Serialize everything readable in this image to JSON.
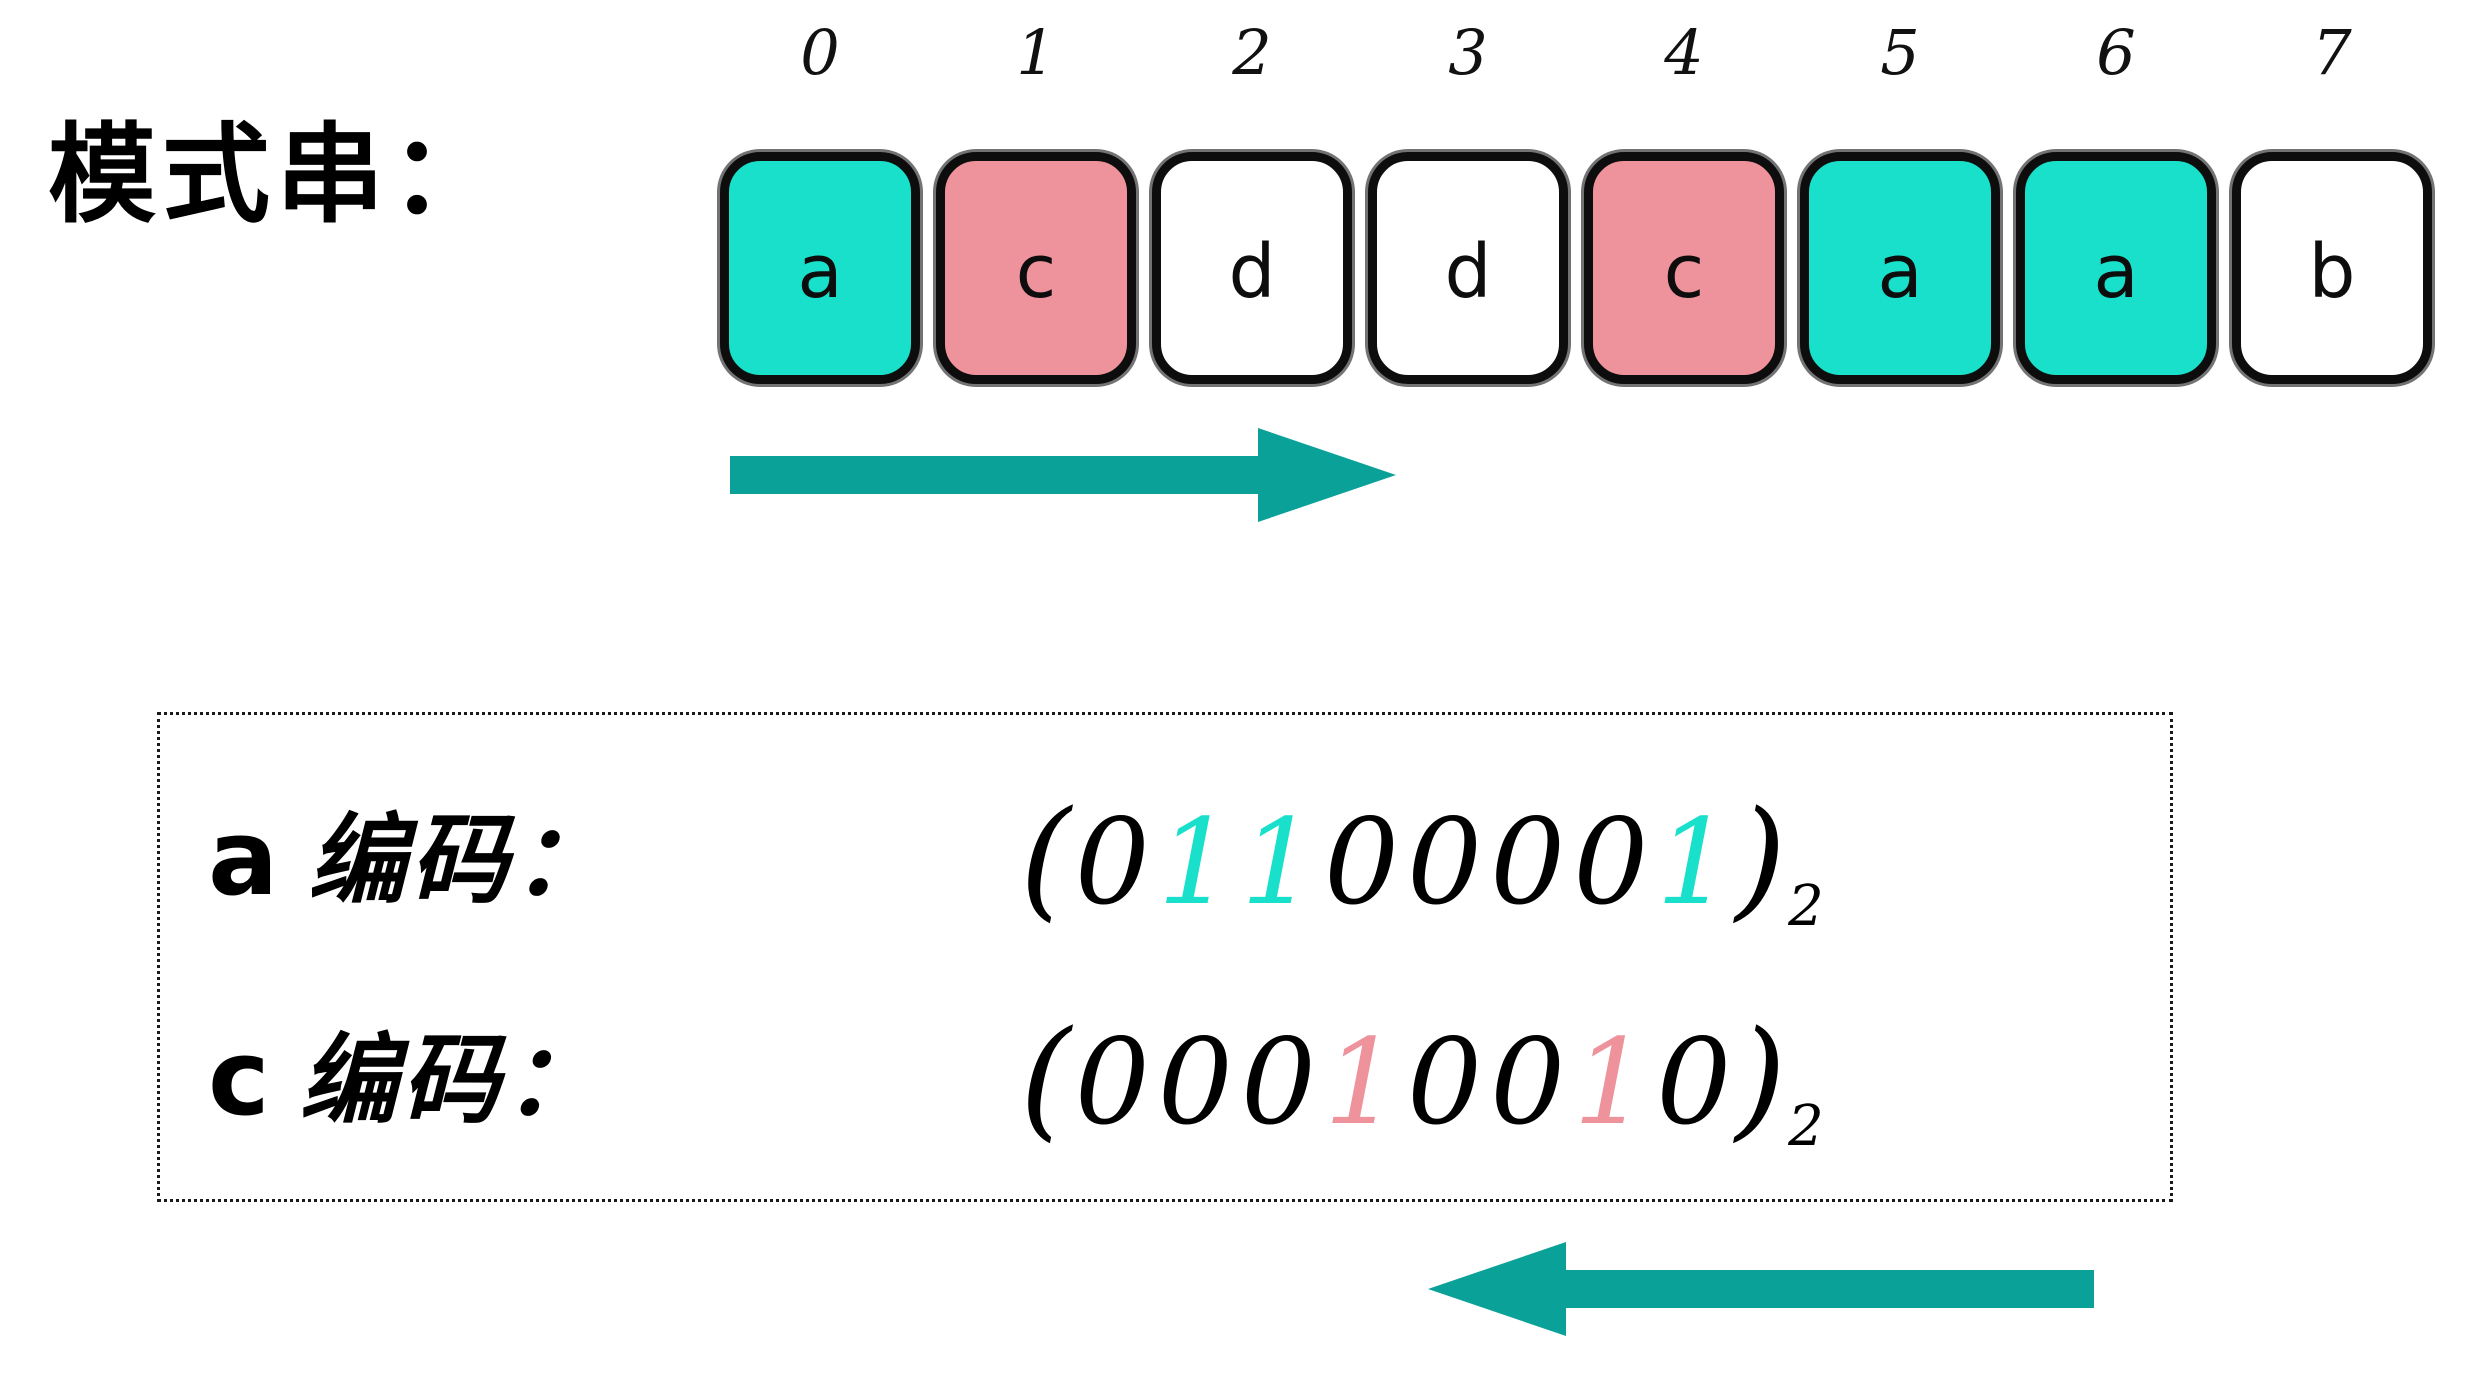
{
  "pattern": {
    "label": "模式串：",
    "indices": [
      "0",
      "1",
      "2",
      "3",
      "4",
      "5",
      "6",
      "7"
    ],
    "cells": [
      {
        "char": "a",
        "fill": "#18E0CB"
      },
      {
        "char": "c",
        "fill": "#EE929C"
      },
      {
        "char": "d",
        "fill": "#FFFFFF"
      },
      {
        "char": "d",
        "fill": "#FFFFFF"
      },
      {
        "char": "c",
        "fill": "#EE929C"
      },
      {
        "char": "a",
        "fill": "#18E0CB"
      },
      {
        "char": "a",
        "fill": "#18E0CB"
      },
      {
        "char": "b",
        "fill": "#FFFFFF"
      }
    ]
  },
  "arrows": {
    "forward": {
      "direction": "right",
      "color": "#0AA198"
    },
    "backward": {
      "direction": "left",
      "color": "#0AA198"
    }
  },
  "encoding": {
    "rows": [
      {
        "char": "a",
        "word": "编码：",
        "open_paren": "(",
        "close_paren": ")",
        "subscript": "2",
        "bits": [
          {
            "d": "0",
            "color": "#000000"
          },
          {
            "d": "1",
            "color": "#18E0CB"
          },
          {
            "d": "1",
            "color": "#18E0CB"
          },
          {
            "d": "0",
            "color": "#000000"
          },
          {
            "d": "0",
            "color": "#000000"
          },
          {
            "d": "0",
            "color": "#000000"
          },
          {
            "d": "0",
            "color": "#000000"
          },
          {
            "d": "1",
            "color": "#18E0CB"
          }
        ]
      },
      {
        "char": "c",
        "word": "编码：",
        "open_paren": "(",
        "close_paren": ")",
        "subscript": "2",
        "bits": [
          {
            "d": "0",
            "color": "#000000"
          },
          {
            "d": "0",
            "color": "#000000"
          },
          {
            "d": "0",
            "color": "#000000"
          },
          {
            "d": "1",
            "color": "#EE929C"
          },
          {
            "d": "0",
            "color": "#000000"
          },
          {
            "d": "0",
            "color": "#000000"
          },
          {
            "d": "1",
            "color": "#EE929C"
          },
          {
            "d": "0",
            "color": "#000000"
          }
        ]
      }
    ]
  },
  "colors": {
    "cyan": "#18E0CB",
    "pink": "#EE929C",
    "teal": "#0AA198",
    "ink": "#0D0D0D",
    "background": "#FFFFFF"
  }
}
